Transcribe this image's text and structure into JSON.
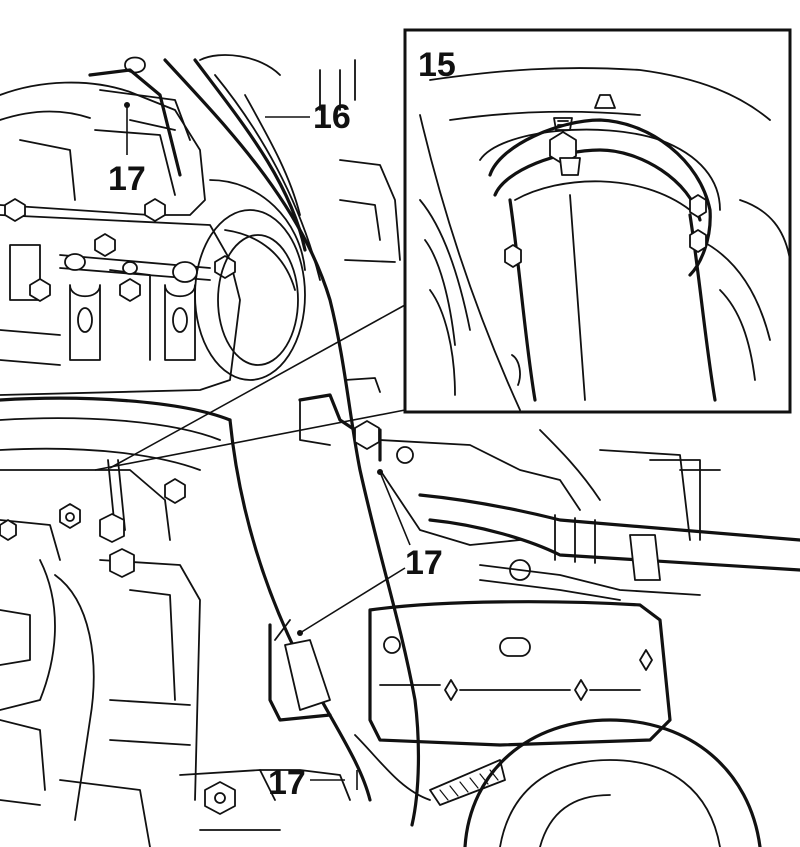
{
  "diagram": {
    "callouts": [
      {
        "id": "15",
        "text": "15",
        "part": "inset"
      },
      {
        "id": "16",
        "text": "16",
        "part": "hose"
      },
      {
        "id": "17a",
        "text": "17",
        "part": "fastener-top-left"
      },
      {
        "id": "17b",
        "text": "17",
        "part": "fastener-right"
      },
      {
        "id": "17c",
        "text": "17",
        "part": "fastener-bottom"
      }
    ]
  },
  "colors": {
    "line": "#111111",
    "background": "#ffffff"
  }
}
